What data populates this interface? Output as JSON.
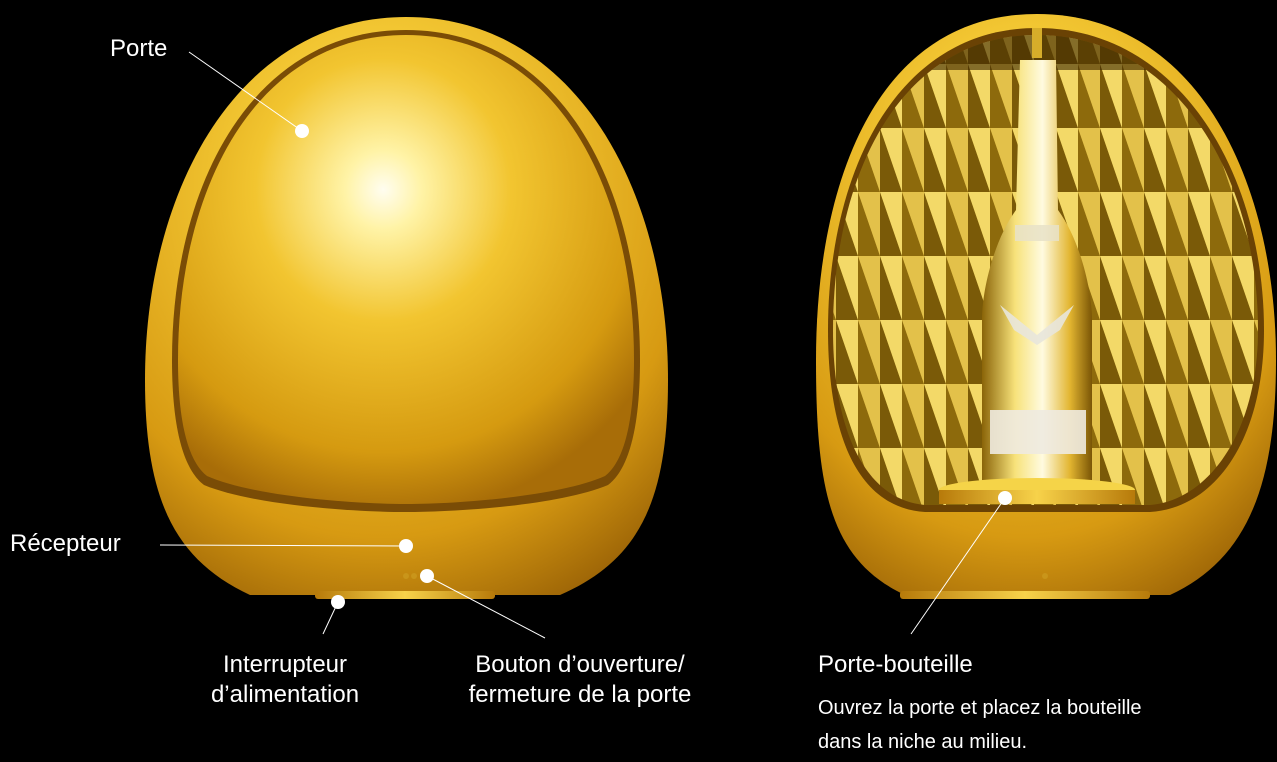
{
  "labels": {
    "door": "Porte",
    "receiver": "Récepteur",
    "power_switch_line1": "Interrupteur",
    "power_switch_line2": "d’alimentation",
    "door_button_line1": "Bouton d’ouverture/",
    "door_button_line2": "fermeture de la porte",
    "bottle_holder": "Porte-bouteille"
  },
  "instructions": {
    "line1": "Ouvrez la porte et placez la bouteille",
    "line2": "dans la niche au milieu."
  },
  "colors": {
    "background": "#000000",
    "gold_light": "#fff6b0",
    "gold_mid": "#e6b21e",
    "gold_dark": "#8a5a06"
  }
}
